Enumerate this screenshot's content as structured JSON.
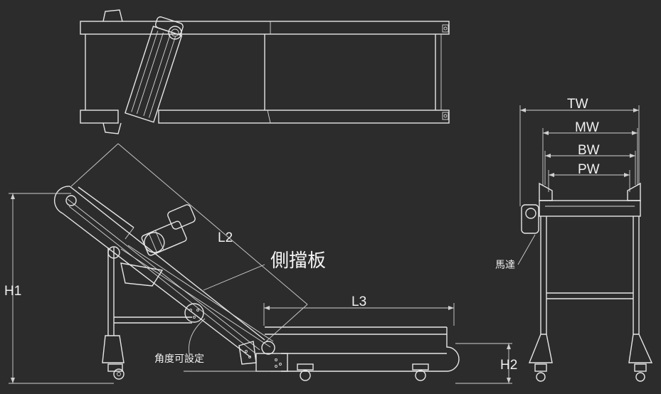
{
  "labels": {
    "h1": "H1",
    "l2": "L2",
    "l3": "L3",
    "h2": "H2",
    "side_plate": "側擋板",
    "angle_adjustable": "角度可設定",
    "tw": "TW",
    "mw": "MW",
    "bw": "BW",
    "pw": "PW",
    "motor": "馬達"
  },
  "colors": {
    "background": "#2c2c2c",
    "line": "#e6e6e6"
  }
}
